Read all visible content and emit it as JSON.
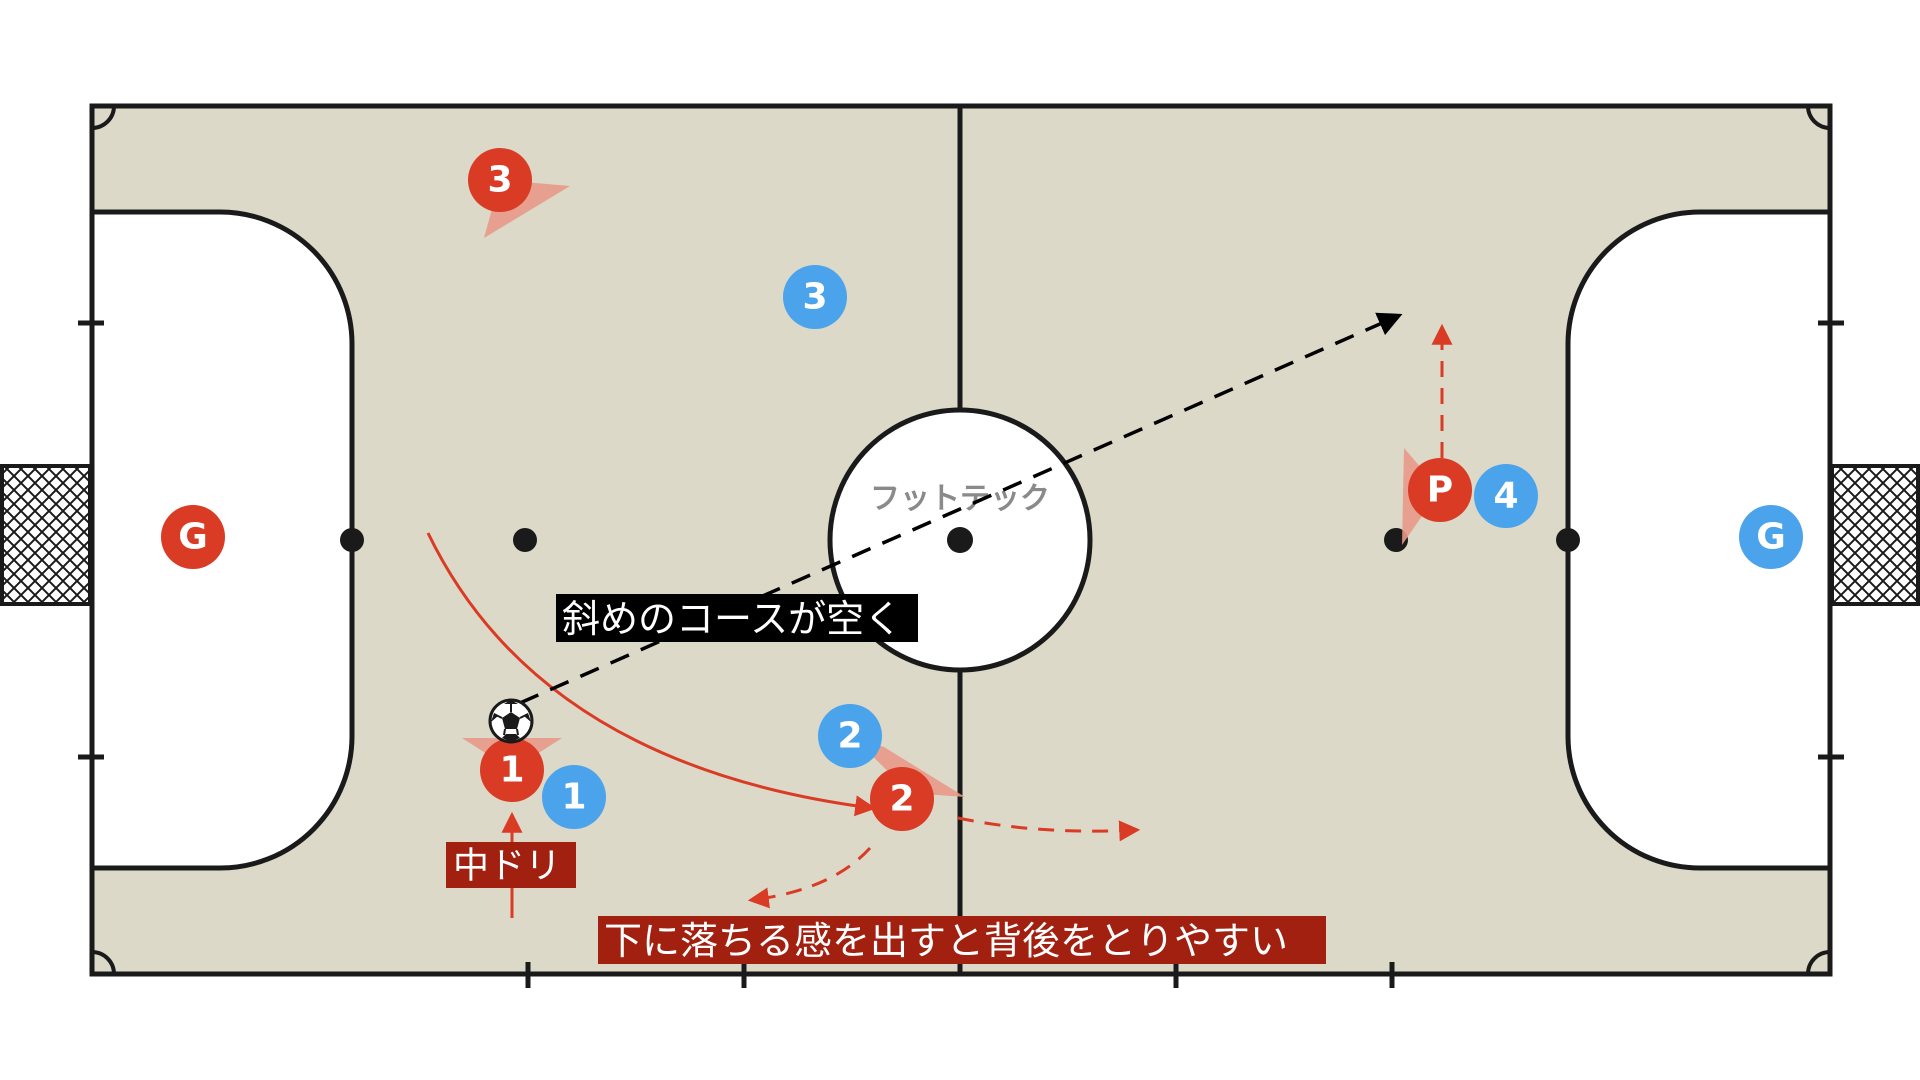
{
  "colors": {
    "court": "#dcd9c8",
    "line": "#1a1a1a",
    "red": "#d93b25",
    "blue": "#4ba3ec",
    "dark_red_caption": "#a22010",
    "black_caption": "#000000",
    "cone": "#e8988a"
  },
  "watermark": "フットテック",
  "captions": {
    "diagonal": "斜めのコースが空く",
    "center_dribble": "中ドリ",
    "drop_down": "下に落ちる感を出すと背後をとりやすい"
  },
  "players": {
    "red_goalkeeper": "G",
    "red_1": "1",
    "red_2": "2",
    "red_3": "3",
    "red_pivot": "P",
    "blue_goalkeeper": "G",
    "blue_1": "1",
    "blue_2": "2",
    "blue_3": "3",
    "blue_4": "4"
  },
  "icons": {
    "ball": "soccer-ball-icon",
    "goal": "goal-net-icon"
  }
}
